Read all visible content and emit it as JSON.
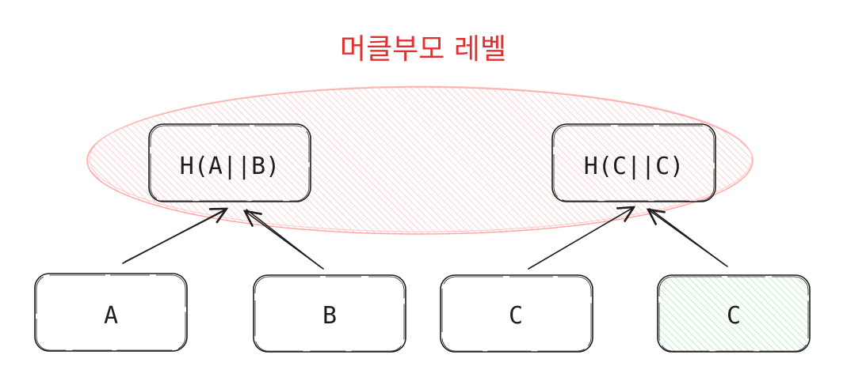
{
  "title": "머클부모 레벨",
  "parents": [
    {
      "label": "H(A||B)"
    },
    {
      "label": "H(C||C)"
    }
  ],
  "leaves": [
    {
      "label": "A"
    },
    {
      "label": "B"
    },
    {
      "label": "C"
    },
    {
      "label": "C"
    }
  ],
  "colors": {
    "title": "#e03131",
    "ellipse_fill": "#ffc9c9",
    "ellipse_stroke": "#ffa8a8",
    "duplicate_leaf_fill": "#b2f2bb",
    "stroke": "#1e1e1e"
  }
}
